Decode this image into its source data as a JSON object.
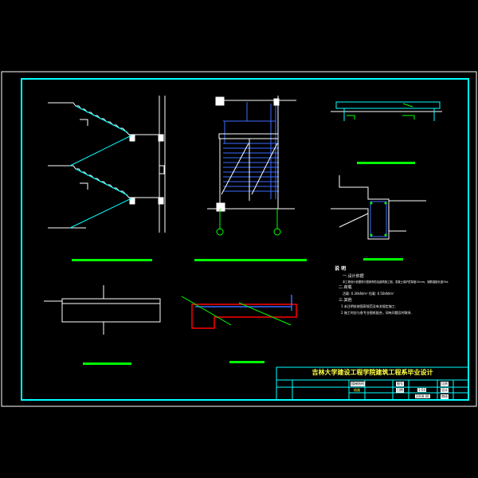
{
  "notes": {
    "heading": "说 明",
    "lines": [
      "一.设计依据",
      "    本工程设计依据现行国家规范及建筑施工图，混凝土保护层厚度15mm，钢筋锚固长度35d.",
      "二.荷载",
      "    活载: 0.30kN/m²          恒载: 0.50kN/m²",
      "三.其他",
      "  1  未注明处按国家规范及有关规定施工.",
      "  2  施工时应与各专业图纸配合，如有问题及时联系."
    ]
  },
  "title_block": {
    "title": "吉林大学建设工程学院建筑工程系毕业设计",
    "cells": [
      "楼梯结构",
      "结施",
      "图号",
      "比例",
      "1:50",
      "日期",
      "设计",
      "2008.06",
      "审核"
    ]
  },
  "colors": {
    "frame": "#00ffff",
    "green": "#00ff00",
    "blue": "#3c6cff",
    "red": "#ff0000",
    "white": "#ffffff"
  }
}
